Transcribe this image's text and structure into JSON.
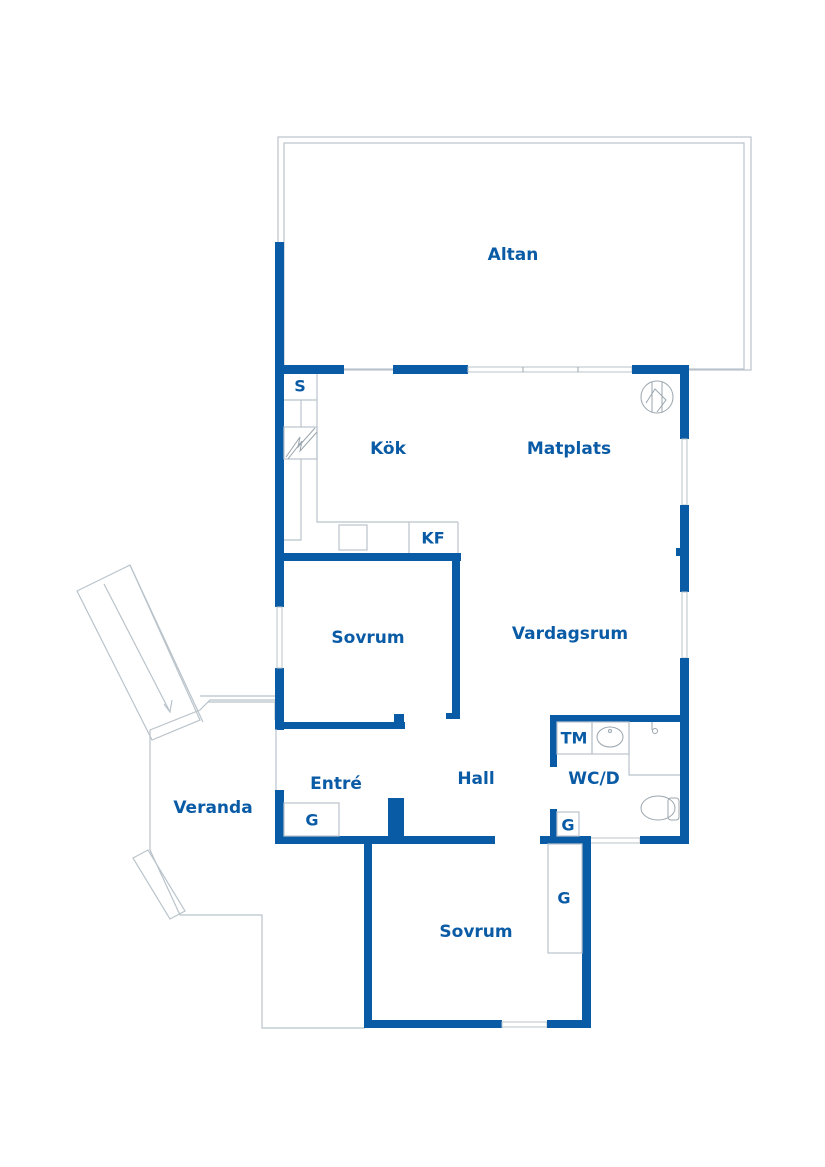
{
  "plan": {
    "wall_color": "#0a5ba6",
    "line_color": "#b9c3ca",
    "rooms": {
      "altan": "Altan",
      "kok": "Kök",
      "matplats": "Matplats",
      "sovrum_1": "Sovrum",
      "vardagsrum": "Vardagsrum",
      "entre": "Entré",
      "hall": "Hall",
      "wcd": "WC/D",
      "veranda": "Veranda",
      "sovrum_2": "Sovrum"
    },
    "fixtures": {
      "s": "S",
      "kf": "KF",
      "tm": "TM",
      "g_entre": "G",
      "g_wc": "G",
      "g_sovrum": "G"
    }
  }
}
